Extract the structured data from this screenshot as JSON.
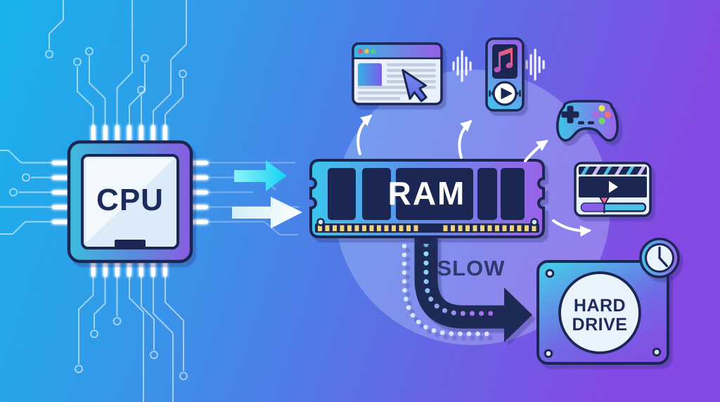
{
  "page": {
    "title": "RAM vs Hard Drive speed illustration"
  },
  "labels": {
    "cpu": "CPU",
    "ram": "RAM",
    "slow": "SLOW",
    "hard_drive_line1": "HARD",
    "hard_drive_line2": "DRIVE"
  },
  "diagram": {
    "nodes": [
      {
        "id": "cpu",
        "label": "CPU",
        "type": "processor-chip"
      },
      {
        "id": "ram",
        "label": "RAM",
        "type": "memory-module"
      },
      {
        "id": "hard-drive",
        "label": "HARD DRIVE",
        "type": "storage"
      },
      {
        "id": "apps",
        "type": "application-icons",
        "items": [
          "web-browser",
          "music-player",
          "game-controller",
          "video-player"
        ]
      }
    ],
    "edges": [
      {
        "from": "cpu",
        "to": "ram",
        "style": "fast-double-arrow"
      },
      {
        "from": "ram",
        "to": "apps",
        "style": "white-curved-arrows"
      },
      {
        "from": "ram",
        "to": "hard-drive",
        "label": "SLOW",
        "style": "thick-dark-dotted-arrow"
      }
    ]
  },
  "icons": [
    "browser-window-icon",
    "cursor-icon",
    "music-player-icon",
    "music-note-icon",
    "sound-waves-icon",
    "game-controller-icon",
    "video-player-icon",
    "film-strip-icon",
    "play-icon",
    "clock-icon",
    "circuit-traces",
    "screw-icon"
  ],
  "colors": {
    "bg_left": "#18b2ea",
    "bg_right": "#8549e3",
    "navy": "#1c2752",
    "cyan": "#2fd3f2",
    "purple": "#8a5fe8",
    "gold": "#eed47e",
    "panel_light": "#e9f3fc",
    "arrow_white": "#ffffff"
  }
}
